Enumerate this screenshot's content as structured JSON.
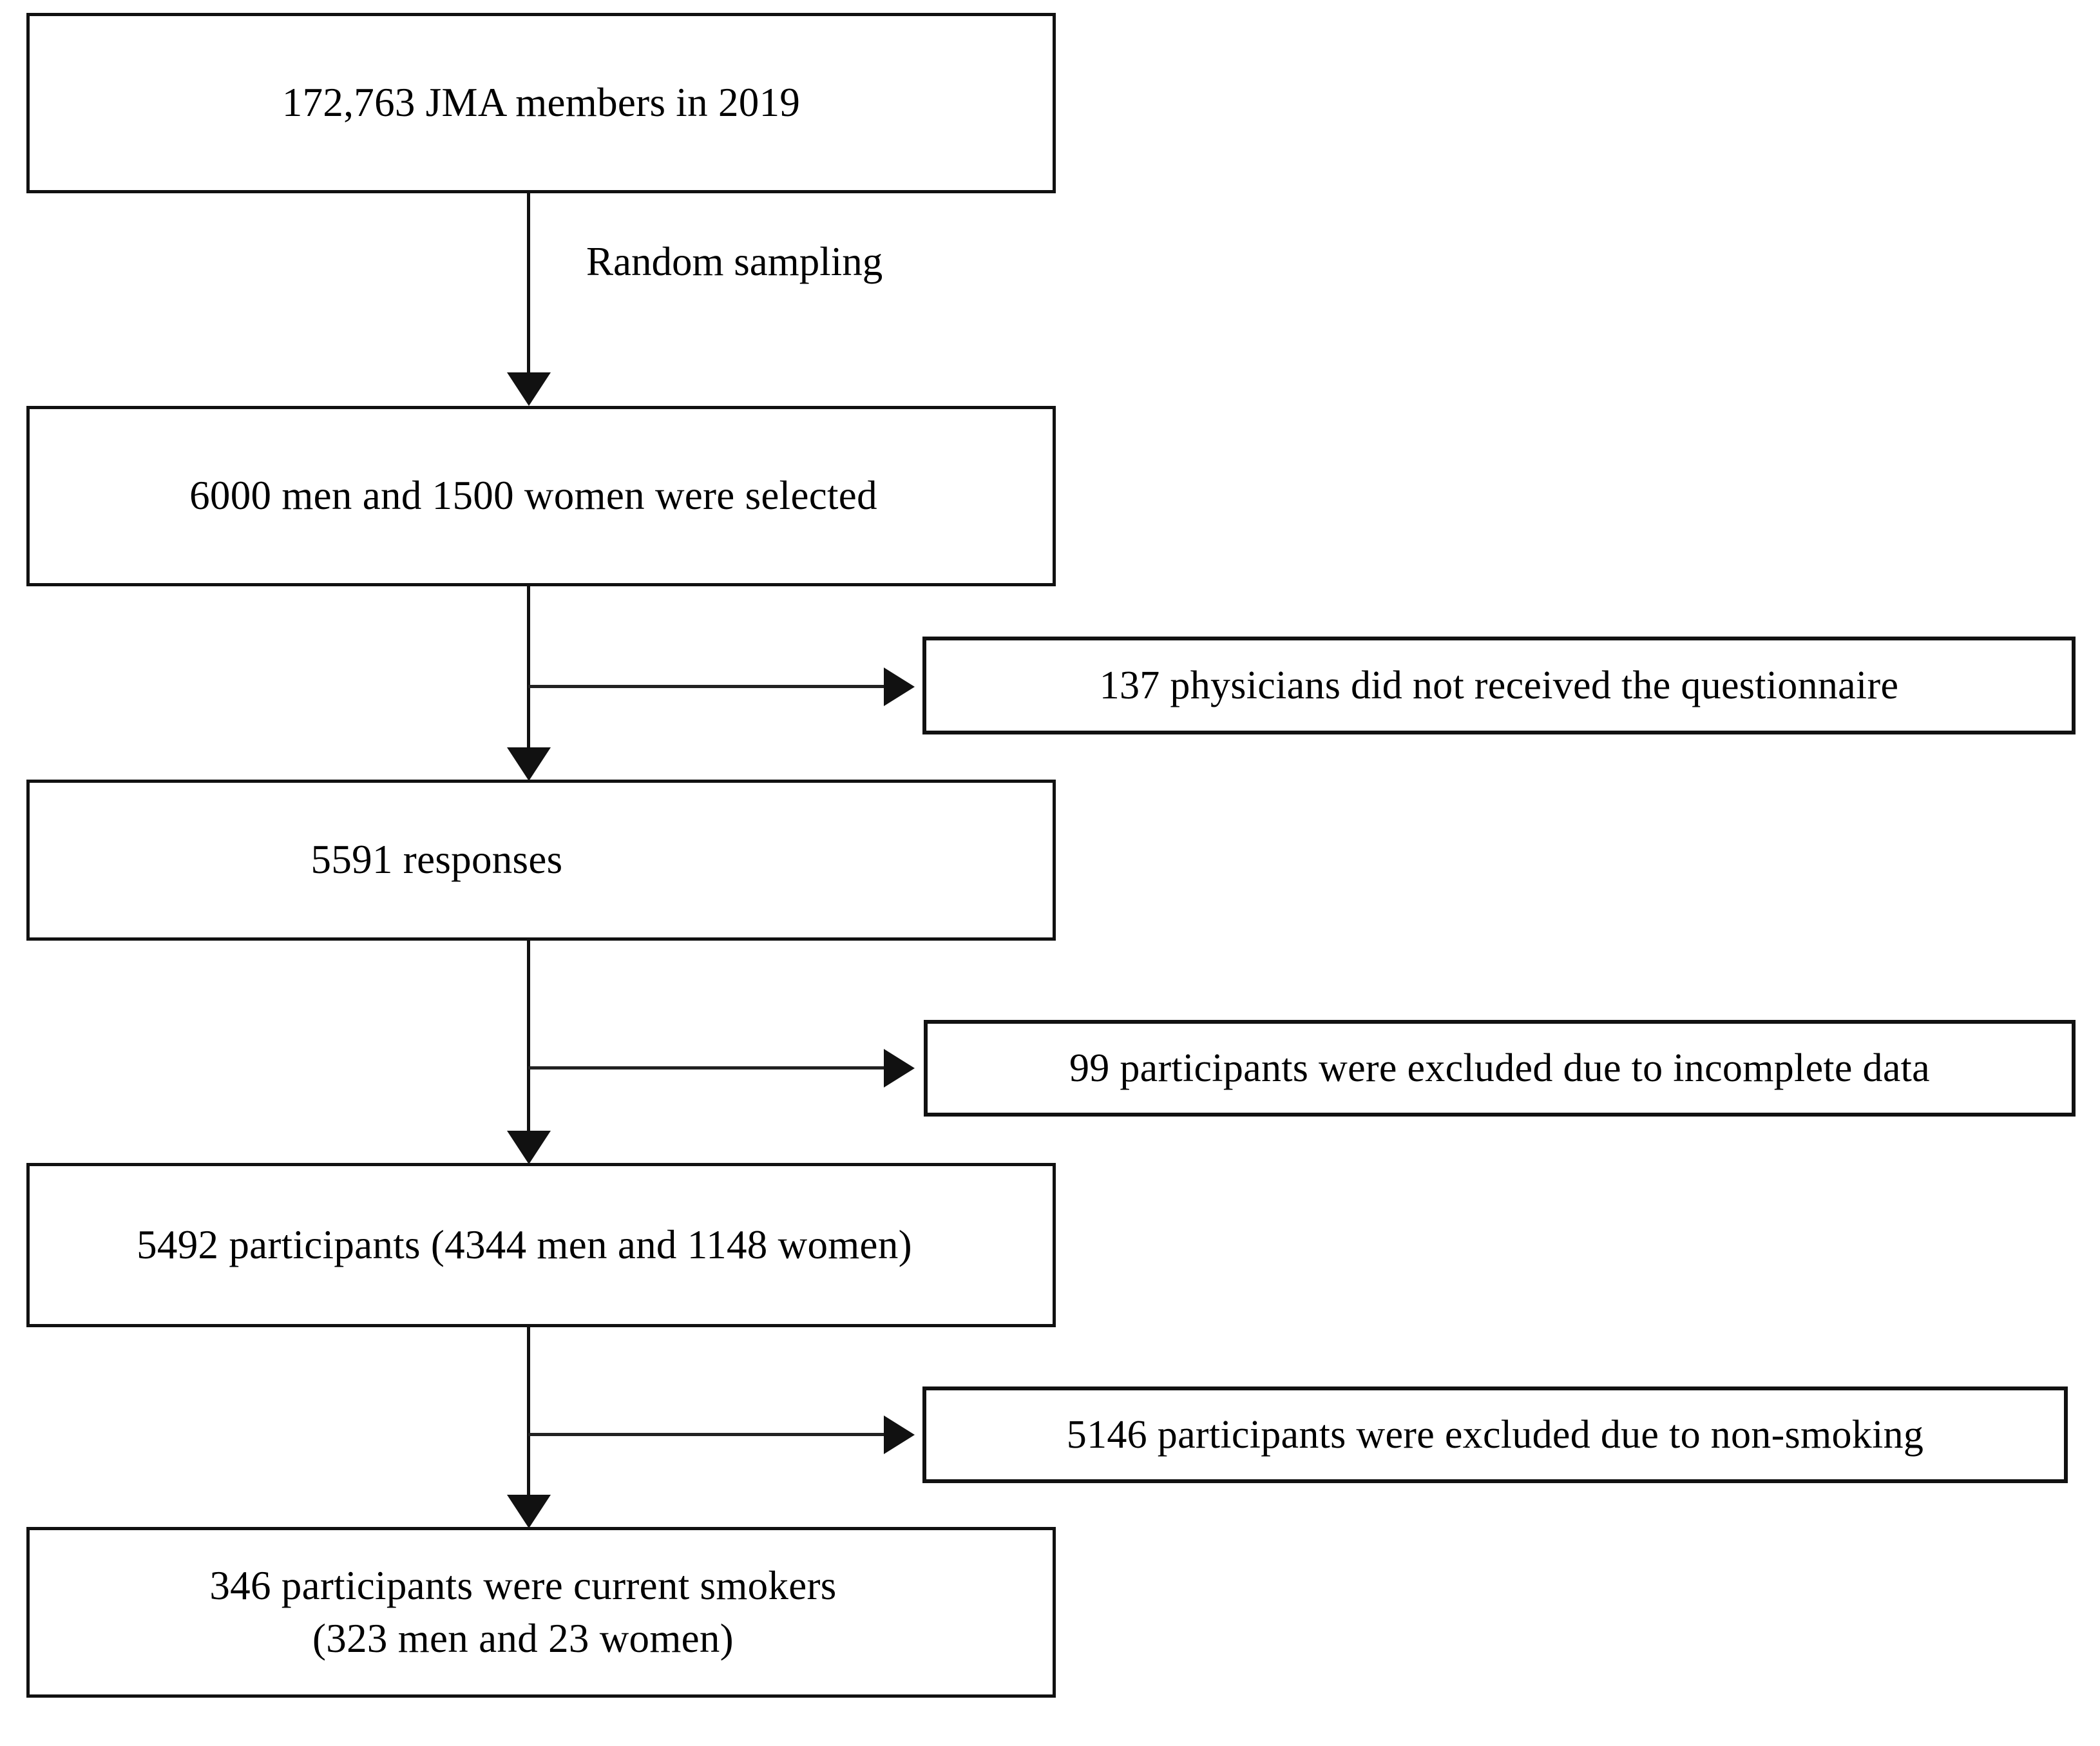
{
  "diagram": {
    "type": "study-flow-chart",
    "boxes": [
      {
        "id": "jma-members",
        "text": "172,763  JMA members in 2019"
      },
      {
        "id": "selected",
        "text": "6000 men and 1500 women were selected"
      },
      {
        "id": "responses",
        "text": "5591 responses"
      },
      {
        "id": "participants",
        "text": "5492 participants (4344 men and 1148 women)"
      },
      {
        "id": "current-smokers",
        "text": "346 participants were current smokers\n(323 men and 23 women)"
      }
    ],
    "exclusions": [
      {
        "id": "no-questionnaire",
        "text": "137 physicians did not received the questionnaire"
      },
      {
        "id": "incomplete-data",
        "text": "99 participants were excluded due to incomplete data"
      },
      {
        "id": "non-smoking",
        "text": "5146 participants were excluded due to non-smoking"
      }
    ],
    "edge_labels": {
      "random_sampling": "Random sampling"
    },
    "colors": {
      "stroke": "#111111",
      "background": "#ffffff",
      "text": "#000000"
    }
  }
}
